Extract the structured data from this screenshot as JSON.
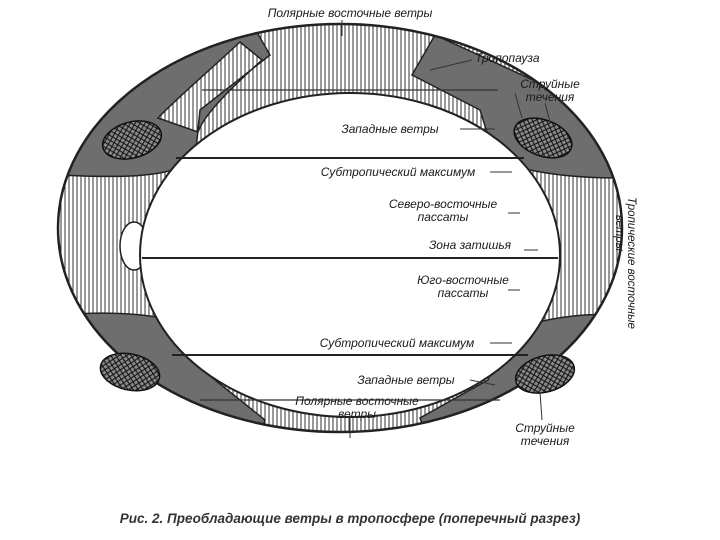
{
  "labels": {
    "polar_top": "Полярные восточные ветры",
    "tropopause": "Тропопауза",
    "jet_top_l1": "Струйные",
    "jet_top_l2": "течения",
    "westerlies_top": "Западные ветры",
    "subtropical_top": "Субтропический максимум",
    "ne_trades_l1": "Северо-восточные",
    "ne_trades_l2": "пассаты",
    "calm_zone": "Зона затишья",
    "se_trades_l1": "Юго-восточные",
    "se_trades_l2": "пассаты",
    "subtropical_bottom": "Субтропический максимум",
    "westerlies_bottom": "Западные ветры",
    "polar_bottom_l1": "Полярные восточные",
    "polar_bottom_l2": "ветры",
    "jet_bottom_l1": "Струйные",
    "jet_bottom_l2": "течения",
    "tropical_easterlies_l1": "Тропические восточные",
    "tropical_easterlies_l2": "ветры"
  },
  "caption": "Рис. 2. Преобладающие ветры в тропосфере (поперечный разрез)",
  "colors": {
    "band_fill": "#6e6e6e",
    "outline": "#222222",
    "hatch_line": "#333333",
    "background": "#ffffff"
  }
}
